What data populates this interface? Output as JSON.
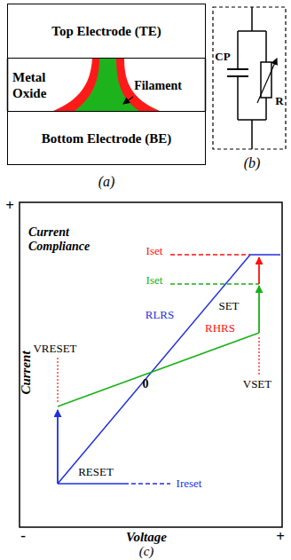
{
  "diagram": {
    "nodes": [
      {
        "text": [
          "Top Electrode (TE)"
        ]
      },
      {
        "text": [
          "Metal Oxide"
        ]
      },
      {
        "text": [
          "Bottom Electrode (BE)"
        ]
      }
    ],
    "labels": [
      "Filament",
      "(a)",
      "CP",
      "R",
      "(b)",
      "+",
      "Current Compliance",
      "Iset",
      "Iset",
      "VRESET",
      "RLRS",
      "SET",
      "RHRS",
      "0",
      "VSET",
      "RESET",
      "Ireset",
      "Current",
      "-",
      "Voltage",
      "+",
      "(c)"
    ]
  }
}
